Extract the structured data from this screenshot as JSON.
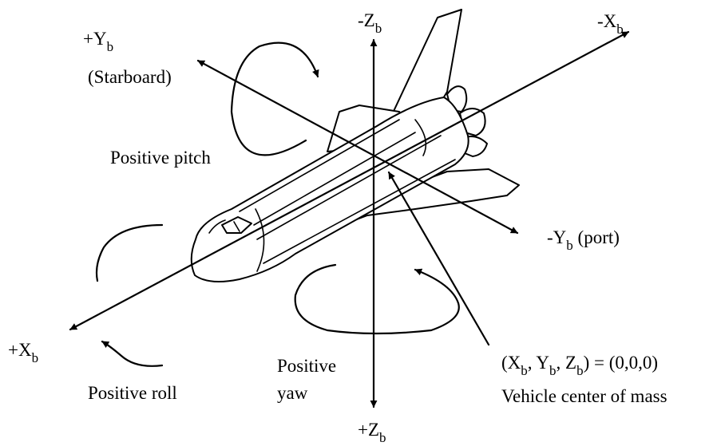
{
  "axes": {
    "plus_yb": {
      "main": "+Y",
      "sub": "b"
    },
    "starboard": "(Starboard)",
    "minus_zb": {
      "main": "-Z",
      "sub": "b"
    },
    "minus_xb": {
      "main": "-X",
      "sub": "b"
    },
    "minus_yb": {
      "main": "-Y",
      "sub": "b",
      "suffix": " (port)"
    },
    "plus_xb": {
      "main": "+X",
      "sub": "b"
    },
    "plus_zb": {
      "main": "+Z",
      "sub": "b"
    }
  },
  "rotations": {
    "pitch": "Positive pitch",
    "roll": "Positive roll",
    "yaw_line1": "Positive",
    "yaw_line2": "yaw"
  },
  "center": {
    "open": "(X",
    "sub1": "b",
    "mid1": ", Y",
    "sub2": "b",
    "mid2": ", Z",
    "sub3": "b",
    "close": ") = (0,0,0)",
    "caption": "Vehicle center of mass"
  }
}
